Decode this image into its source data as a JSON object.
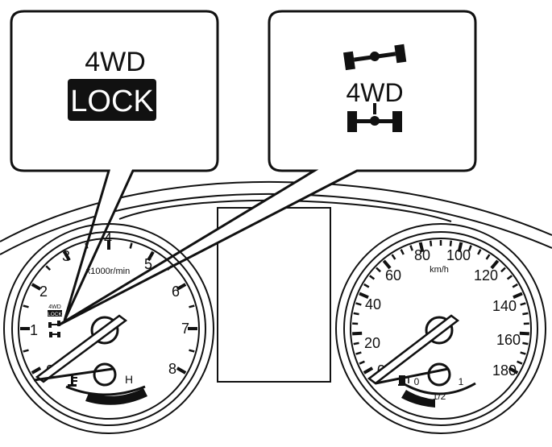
{
  "callout_left": {
    "line1": "4WD",
    "line2": "LOCK"
  },
  "callout_right": {
    "text": "4WD",
    "icon": "4wd-drivetrain-icon"
  },
  "tachometer": {
    "unit": "x1000r/min",
    "labels": [
      "0",
      "1",
      "2",
      "3",
      "4",
      "5",
      "6",
      "7",
      "8"
    ],
    "indicator_small_top": "4WD",
    "indicator_small_bottom": "LOCK"
  },
  "temp_gauge": {
    "label_hot": "H",
    "icon": "coolant-temp-icon"
  },
  "speedometer": {
    "unit": "km/h",
    "labels": [
      "0",
      "20",
      "40",
      "60",
      "80",
      "100",
      "120",
      "140",
      "160",
      "180"
    ]
  },
  "fuel_gauge": {
    "label_empty": "0",
    "label_half": "1/2",
    "label_full": "1",
    "icon": "fuel-pump-icon"
  }
}
